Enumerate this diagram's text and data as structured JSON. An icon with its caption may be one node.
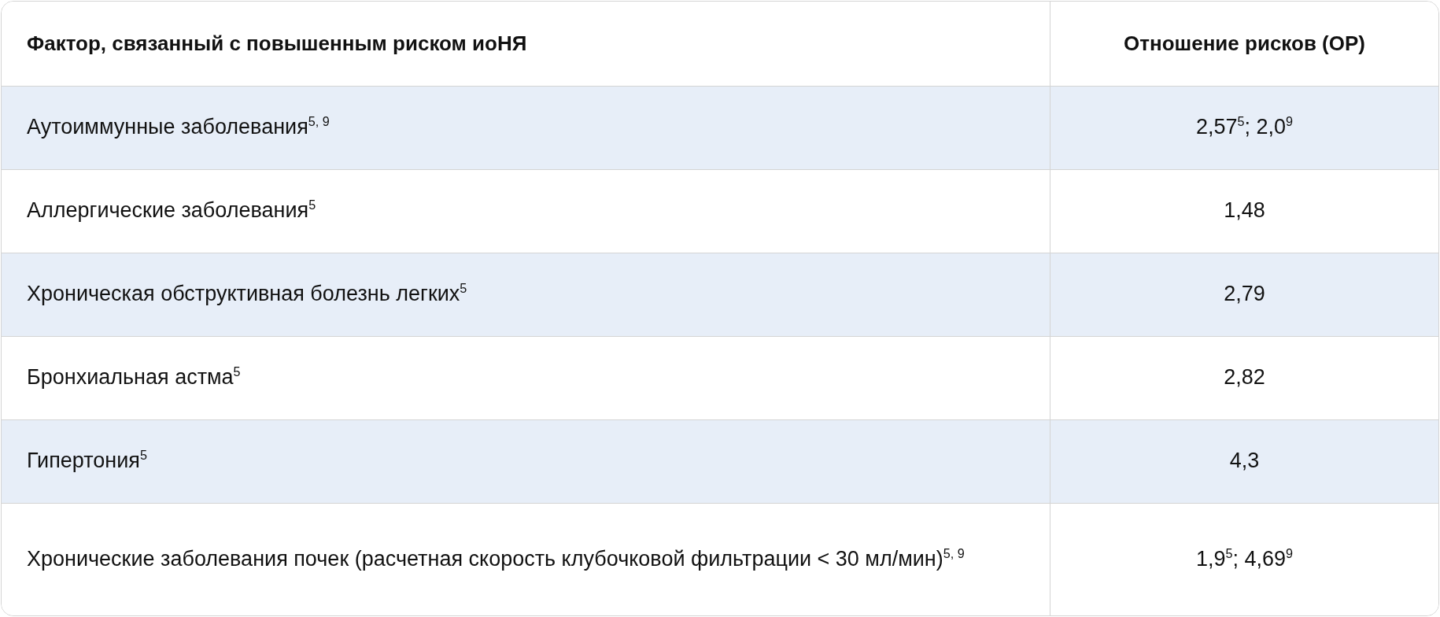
{
  "diagram": {
    "labels": [
      "Фактор, связанный с повышенным риском иоНЯ",
      "Отношение рисков (ОР)",
      "Аутоиммунные заболевания$^{5, 9}$",
      "2,57$^{5}$; 2,0$^{9}$",
      "Аллергические заболевания$^{5}$",
      "1,48",
      "Хроническая обструктивная болезнь легких$^{5}$",
      "2,79",
      "Бронхиальная астма$^{5}$",
      "2,82",
      "Гипертония$^{5}$",
      "4,3",
      "Хронические заболевания почек (расчетная скорость клубочковой фильтрации < 30 мл/мин)$^{5, 9}$",
      "1,9$^{5}$; 4,69$^{9}$"
    ]
  }
}
